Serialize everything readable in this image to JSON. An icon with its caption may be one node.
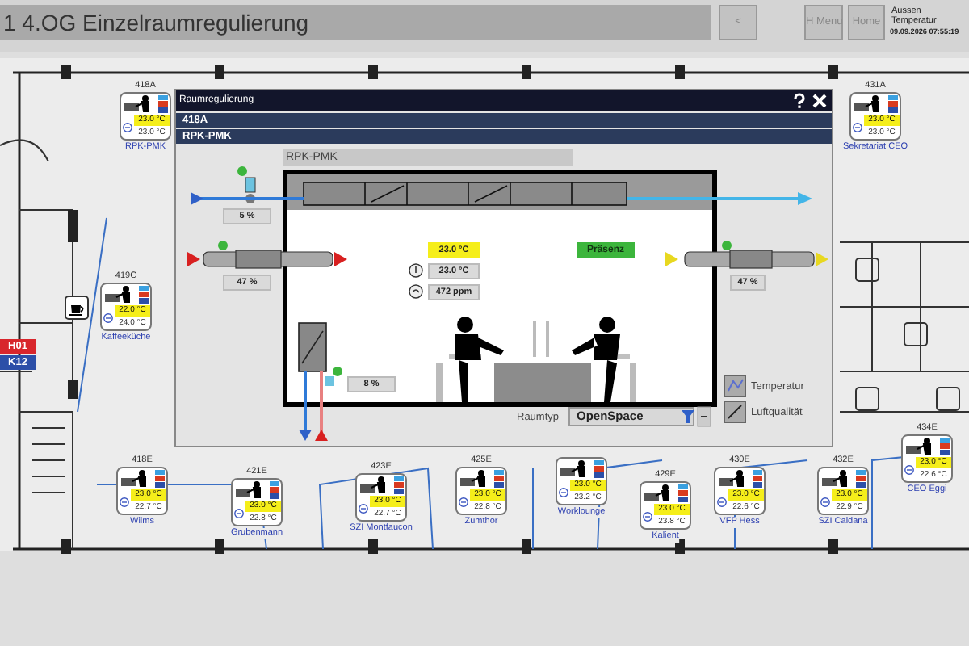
{
  "diagram": {
    "title": "1 4.OG Einzelraumregulierung",
    "nodes": [
      {
        "text": [
          "Raumregulierung",
          "418A",
          "RPK-PMK"
        ]
      },
      {
        "text": [
          "418A",
          "23.0 °C",
          "23.0 °C"
        ],
        "beside": [
          "RPK-PMK"
        ]
      },
      {
        "text": [
          "431A",
          "23.0 °C",
          "23.0 °C"
        ],
        "beside": [
          "Sekretariat CEO"
        ]
      },
      {
        "text": [
          "419C",
          "22.0 °C",
          "24.0 °C"
        ],
        "beside": [
          "Kaffeeküche"
        ]
      },
      {
        "text": [
          "418E",
          "23.0 °C",
          "22.7 °C"
        ],
        "beside": [
          "Wilms"
        ]
      },
      {
        "text": [
          "421E",
          "23.0 °C",
          "22.8 °C"
        ],
        "beside": [
          "Grubenmann"
        ]
      },
      {
        "text": [
          "423E",
          "23.0 °C",
          "22.7 °C"
        ],
        "beside": [
          "SZI Montfaucon"
        ]
      },
      {
        "text": [
          "425E",
          "23.0 °C",
          "22.8 °C"
        ],
        "beside": [
          "Zumthor"
        ]
      },
      {
        "text": [
          "23.0 °C",
          "23.2 °C"
        ],
        "beside": [
          "Worklounge"
        ]
      },
      {
        "text": [
          "429E",
          "23.0 °C",
          "23.8 °C"
        ],
        "beside": [
          "Kalient"
        ]
      },
      {
        "text": [
          "430E",
          "23.0 °C",
          "22.6 °C"
        ],
        "beside": [
          "VFP Hess"
        ]
      },
      {
        "text": [
          "432E",
          "23.0 °C",
          "22.9 °C"
        ],
        "beside": [
          "SZI Caldana"
        ]
      },
      {
        "text": [
          "434E",
          "23.0 °C",
          "22.6 °C"
        ],
        "beside": [
          "CEO Eggi"
        ]
      }
    ],
    "labels": [
      "<",
      "H Menu",
      "Home",
      "Aussen Temperatur",
      "09.09.2026 07:55:19",
      "RPK-PMK",
      "5 %",
      "23.0 °C",
      "Präsenz",
      "47 %",
      "47 %",
      "23.0 °C",
      "472 ppm",
      "8 %",
      "Temperatur",
      "Luftqualität",
      "Raumtyp",
      "OpenSpace",
      "H01",
      "K12"
    ]
  }
}
